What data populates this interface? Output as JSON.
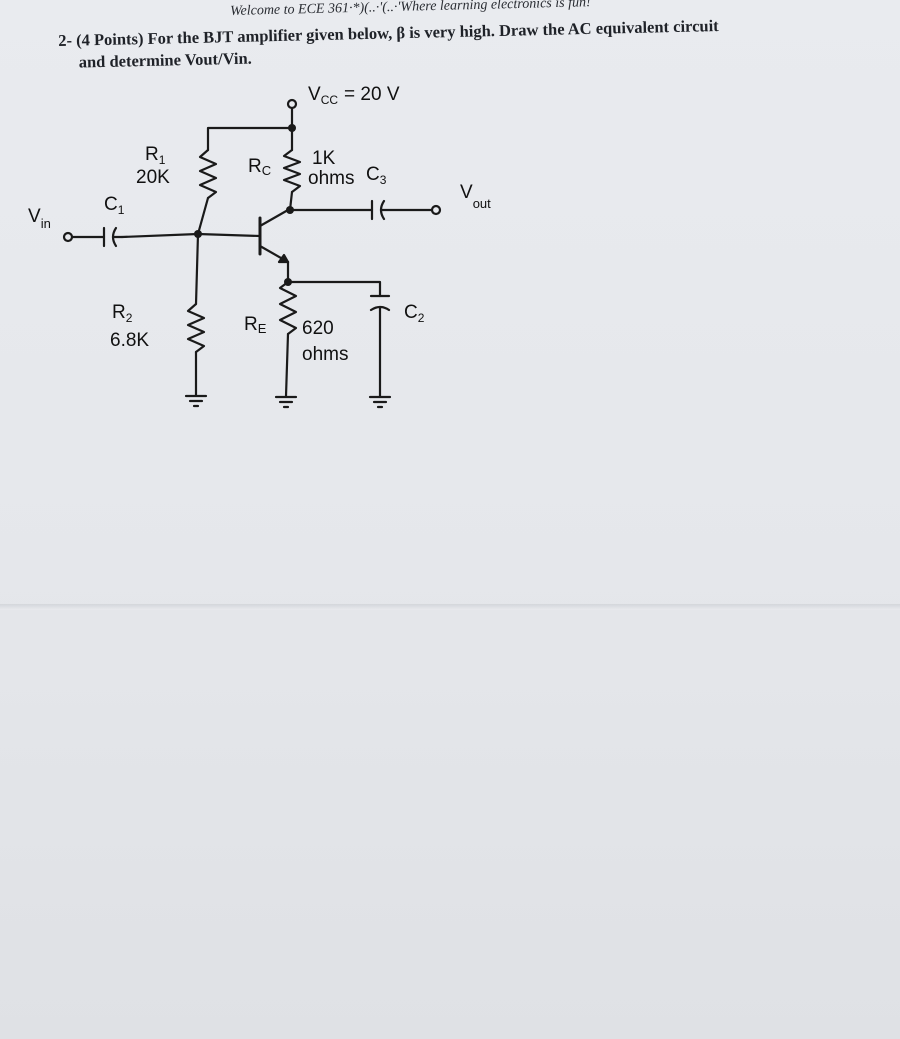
{
  "header_line": "Welcome to ECE 361·*)(..·'(..·'Where learning electronics is fun!",
  "question": {
    "line1": "2- (4 Points) For the BJT amplifier given below, β is very high.  Draw the AC equivalent circuit",
    "line2": "and determine Vout/Vin."
  },
  "circuit": {
    "vcc_label": "V",
    "vcc_sub": "CC",
    "vcc_value": "= 20 V",
    "r1_label": "R",
    "r1_sub": "1",
    "r1_value": "20K",
    "r2_label": "R",
    "r2_sub": "2",
    "r2_value": "6.8K",
    "rc_label": "R",
    "rc_sub": "C",
    "rc_value_1": "1K",
    "rc_value_2": "ohms",
    "re_label": "R",
    "re_sub": "E",
    "re_value_1": "620",
    "re_value_2": "ohms",
    "c1_label": "C",
    "c1_sub": "1",
    "c2_label": "C",
    "c2_sub": "2",
    "c3_label": "C",
    "c3_sub": "3",
    "vin_label": "V",
    "vin_sub": "in",
    "vout_label": "V",
    "vout_sub": "out"
  }
}
